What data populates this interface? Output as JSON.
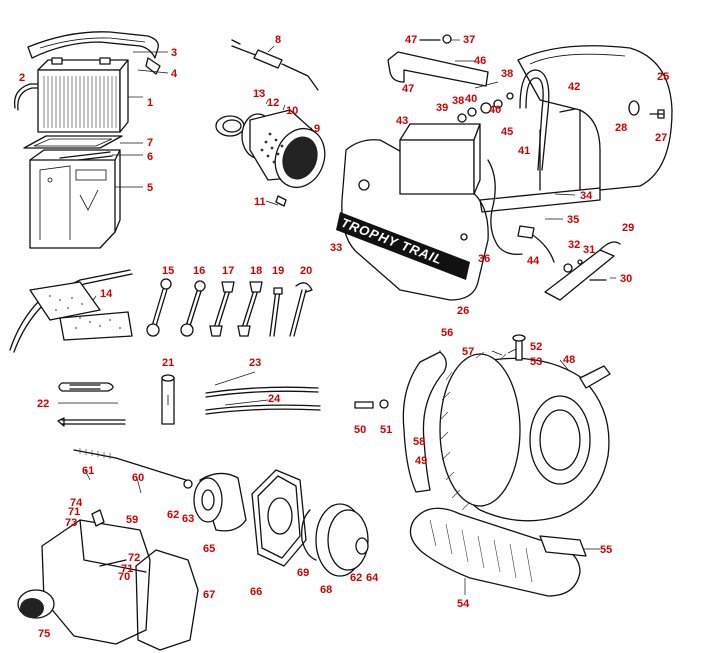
{
  "diagram": {
    "decal_text": "TROPHY TRAIL",
    "label_color": "#d40000",
    "callouts": [
      "1",
      "2",
      "3",
      "4",
      "5",
      "6",
      "7",
      "8",
      "9",
      "10",
      "11",
      "12",
      "13",
      "14",
      "15",
      "16",
      "17",
      "18",
      "19",
      "20",
      "21",
      "22",
      "23",
      "24",
      "25",
      "26",
      "27",
      "28",
      "29",
      "30",
      "31",
      "32",
      "33",
      "34",
      "35",
      "36",
      "37",
      "38",
      "38",
      "39",
      "40",
      "40",
      "41",
      "42",
      "43",
      "44",
      "45",
      "46",
      "47",
      "47",
      "48",
      "49",
      "50",
      "51",
      "52",
      "53",
      "54",
      "55",
      "56",
      "57",
      "58",
      "59",
      "60",
      "61",
      "62",
      "62",
      "63",
      "64",
      "65",
      "66",
      "67",
      "68",
      "69",
      "70",
      "71",
      "71",
      "72",
      "73",
      "74",
      "75"
    ]
  }
}
